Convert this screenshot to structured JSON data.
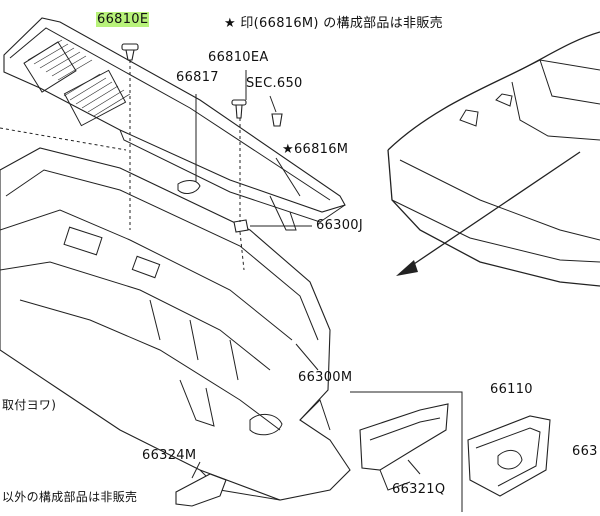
{
  "notes": {
    "top": "★ 印(66816M) の構成部品は非販売",
    "bottom": "以外の構成部品は非販売",
    "left_fragment": "取付ヨワ)"
  },
  "labels": [
    {
      "id": "p66810e",
      "text": "66810E",
      "highlighted": true
    },
    {
      "id": "p66810ea",
      "text": "66810EA"
    },
    {
      "id": "p66817",
      "text": "66817"
    },
    {
      "id": "sec650",
      "text": "SEC.650"
    },
    {
      "id": "p66816m",
      "text": "★66816M"
    },
    {
      "id": "p66300j",
      "text": "66300J"
    },
    {
      "id": "p66300m",
      "text": "66300M"
    },
    {
      "id": "p66110",
      "text": "66110"
    },
    {
      "id": "p66324m",
      "text": "66324M"
    },
    {
      "id": "p66321q",
      "text": "66321Q"
    },
    {
      "id": "p663",
      "text": "663"
    }
  ],
  "colors": {
    "highlight": "#b8f27a",
    "line": "#222222"
  }
}
